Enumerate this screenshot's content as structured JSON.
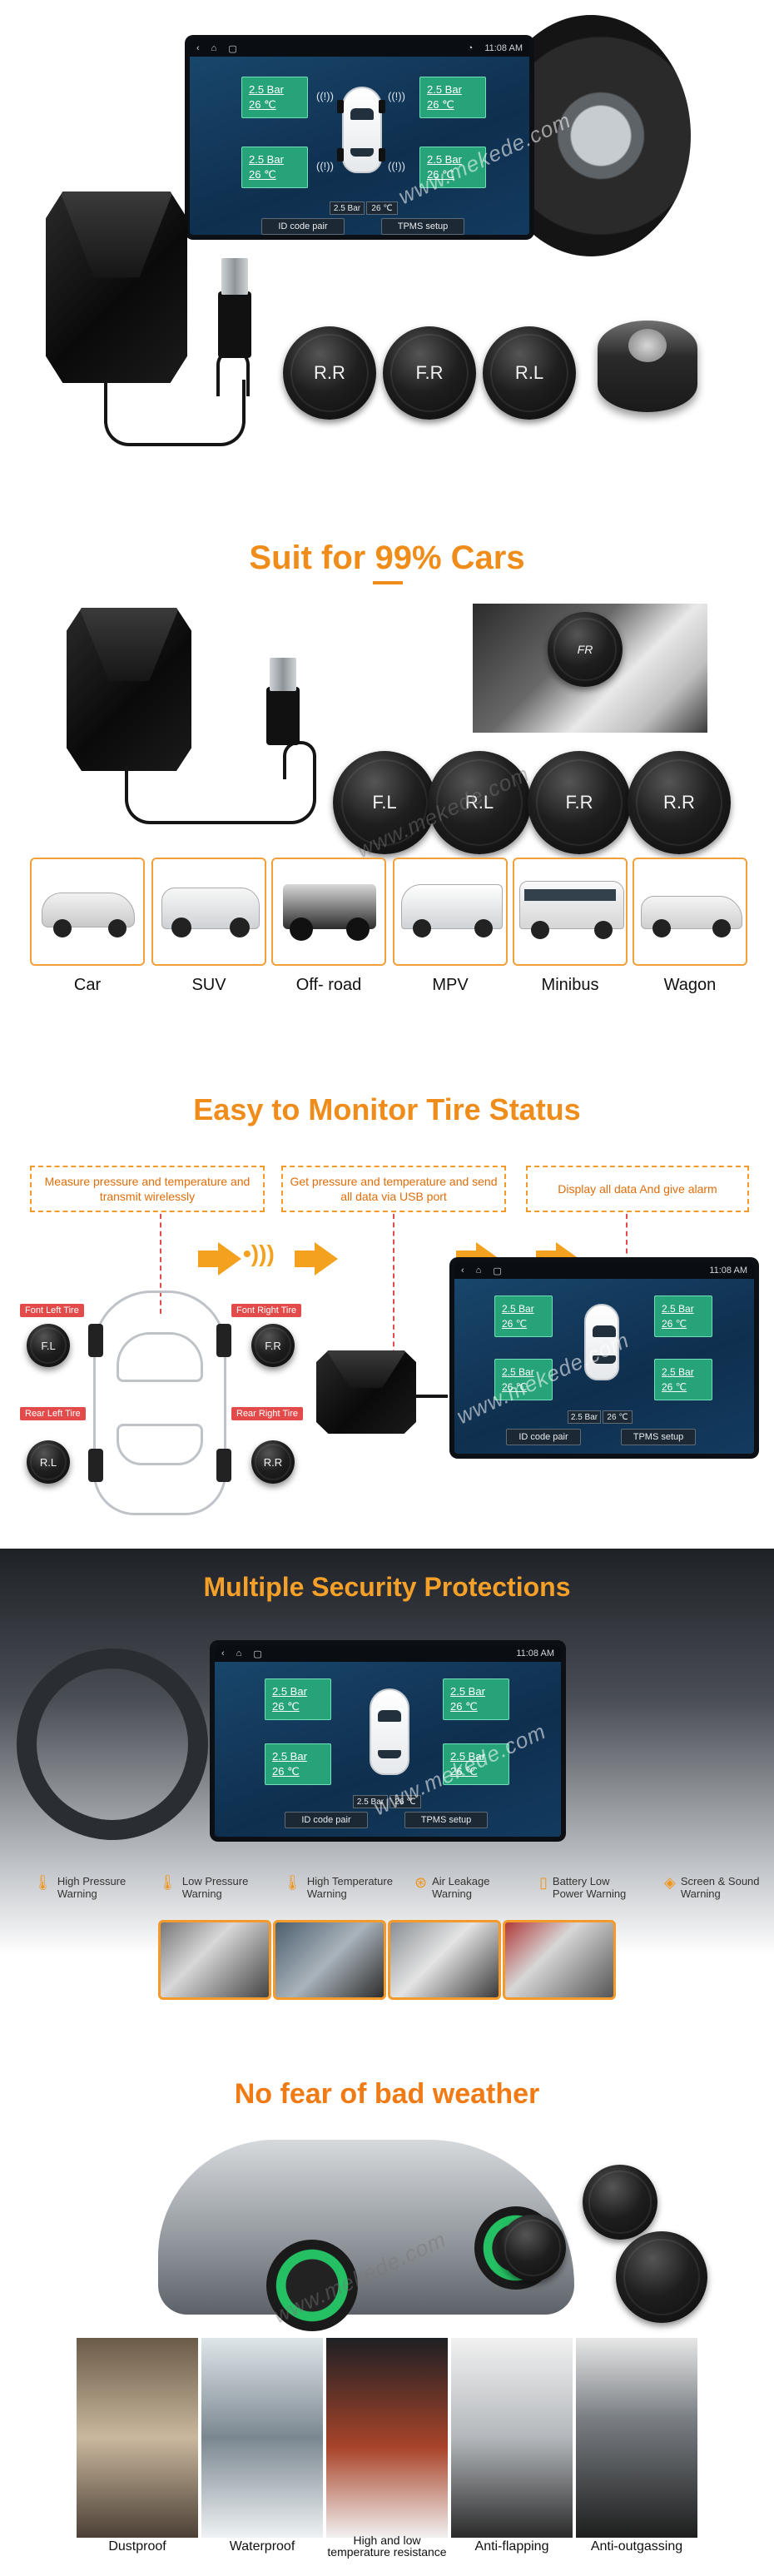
{
  "hero": {
    "screen": {
      "time": "11:08 AM",
      "tiles": [
        {
          "pressure": "2.5 Bar",
          "temp": "26 ℃"
        },
        {
          "pressure": "2.5 Bar",
          "temp": "26 ℃"
        },
        {
          "pressure": "2.5 Bar",
          "temp": "26 ℃"
        },
        {
          "pressure": "2.5 Bar",
          "temp": "26 ℃"
        }
      ],
      "status_pressure": "2.5 Bar",
      "status_temp": "26 ℃",
      "id_button": "ID code pair",
      "tpms_button": "TPMS setup"
    },
    "sensors": [
      "R.R",
      "F.R",
      "R.L"
    ],
    "watermark": "www.mekede.com"
  },
  "suit": {
    "title": "Suit for 99% Cars",
    "fr_label": "FR",
    "sensors": [
      "F.L",
      "R.L",
      "F.R",
      "R.R"
    ],
    "watermark": "www.mekede.com",
    "cars": [
      "Car",
      "SUV",
      "Off- road",
      "MPV",
      "Minibus",
      "Wagon"
    ]
  },
  "monitor": {
    "title": "Easy to Monitor Tire Status",
    "steps": [
      "Measure pressure and temperature and transmit wirelessly",
      "Get pressure and temperature and send all data via USB port",
      "Display all data And give alarm"
    ],
    "tire_labels": [
      "Font Left Tire",
      "Font Right Tire",
      "Rear Left Tire",
      "Rear Right Tire"
    ],
    "sensors": [
      "F.L",
      "F.R",
      "R.L",
      "R.R"
    ],
    "screen": {
      "time": "11:08 AM",
      "tiles": [
        {
          "pressure": "2.5 Bar",
          "temp": "26 ℃"
        },
        {
          "pressure": "2.5 Bar",
          "temp": "26 ℃"
        },
        {
          "pressure": "2.5 Bar",
          "temp": "26 ℃"
        },
        {
          "pressure": "2.5 Bar",
          "temp": "26 ℃"
        }
      ],
      "status_pressure": "2.5 Bar",
      "status_temp": "26 ℃",
      "id_button": "ID code pair",
      "tpms_button": "TPMS setup"
    },
    "watermark": "www.mekede.com"
  },
  "security": {
    "title": "Multiple Security Protections",
    "screen": {
      "time": "11:08 AM",
      "tiles": [
        {
          "pressure": "2.5 Bar",
          "temp": "26 ℃"
        },
        {
          "pressure": "2.5 Bar",
          "temp": "26 ℃"
        },
        {
          "pressure": "2.5 Bar",
          "temp": "26 ℃"
        },
        {
          "pressure": "2.5 Bar",
          "temp": "26 ℃"
        }
      ],
      "status_pressure": "2.5 Bar",
      "status_temp": "26 ℃",
      "id_button": "ID code pair",
      "tpms_button": "TPMS setup"
    },
    "watermark": "www.mekede.com",
    "features": [
      {
        "line1": "High Pressure",
        "line2": "Warning",
        "icon": "thermometer-icon"
      },
      {
        "line1": "Low Pressure",
        "line2": "Warning",
        "icon": "thermometer-icon"
      },
      {
        "line1": "High Temperature",
        "line2": "Warning",
        "icon": "thermometer-icon"
      },
      {
        "line1": "Air Leakage",
        "line2": "Warning",
        "icon": "leak-icon"
      },
      {
        "line1": "Battery Low",
        "line2": "Power Warning",
        "icon": "battery-icon"
      },
      {
        "line1": "Screen & Sound",
        "line2": "Warning",
        "icon": "sound-icon"
      }
    ]
  },
  "weather": {
    "title": "No fear of bad weather",
    "watermark": "www.mekede.com",
    "items": [
      {
        "line1": "Dustproof",
        "line2": ""
      },
      {
        "line1": "Waterproof",
        "line2": ""
      },
      {
        "line1": "High and low",
        "line2": "temperature resistance"
      },
      {
        "line1": "Anti-flapping",
        "line2": ""
      },
      {
        "line1": "Anti-outgassing",
        "line2": ""
      }
    ]
  }
}
